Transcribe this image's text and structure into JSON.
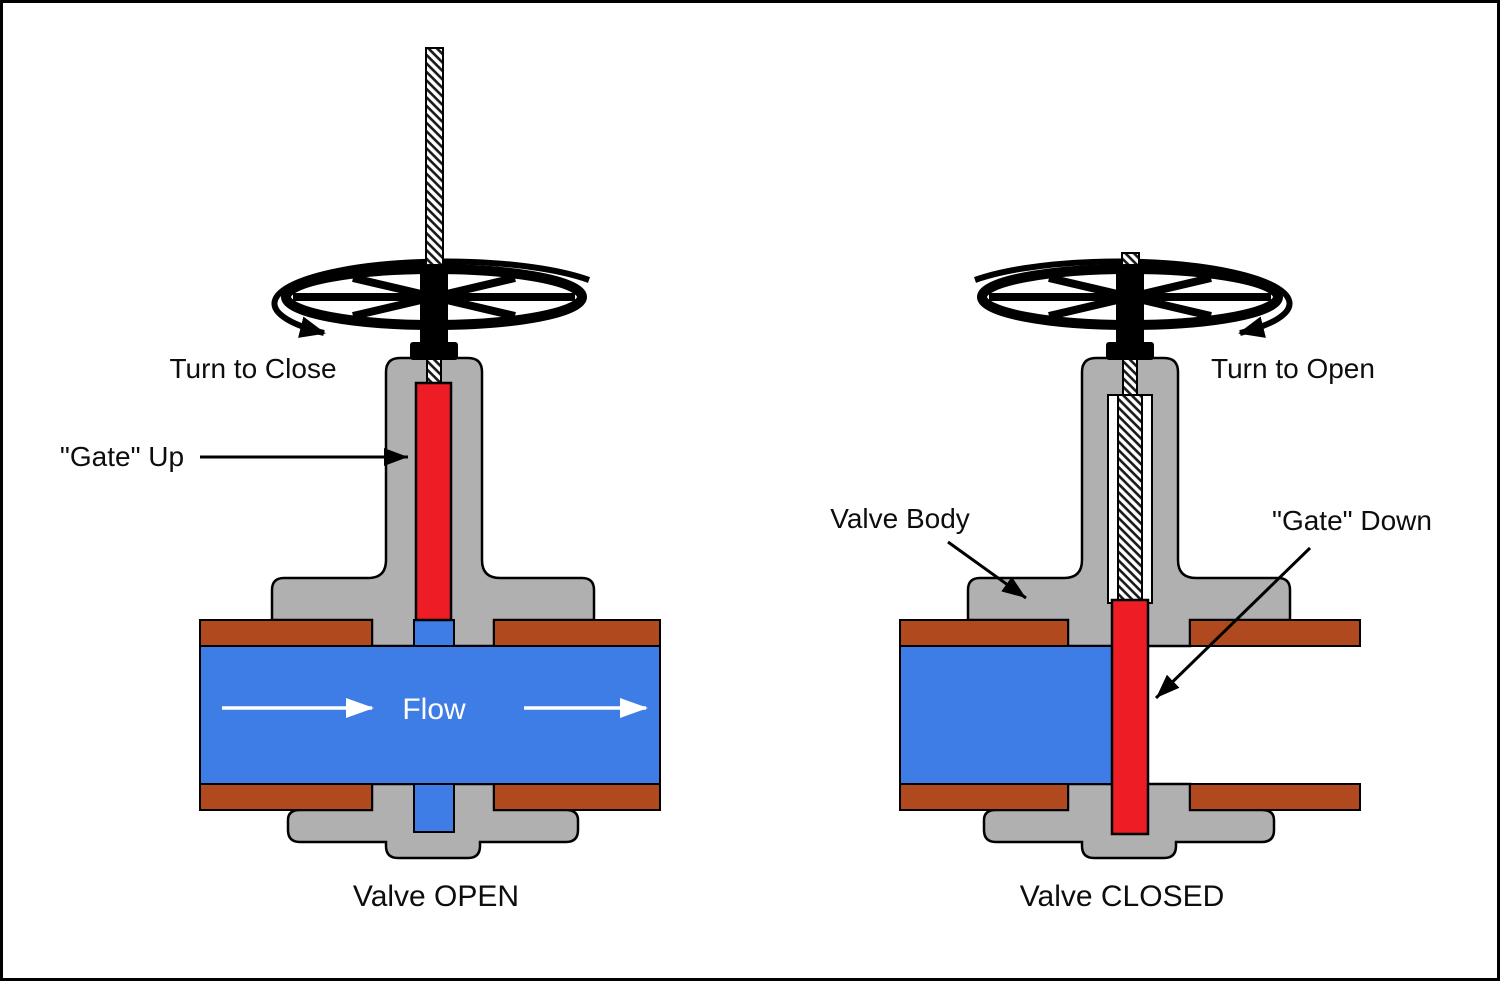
{
  "colors": {
    "water": "#3e7ce6",
    "gate": "#ee1c25",
    "pipe_wall": "#b04a1e",
    "valve_body": "#b0b0b0",
    "outline": "#000000",
    "flow_text": "#ffffff",
    "background": "#ffffff"
  },
  "left_valve": {
    "turn_label": "Turn to Close",
    "gate_label": "\"Gate\" Up",
    "flow_label": "Flow",
    "caption": "Valve OPEN"
  },
  "right_valve": {
    "turn_label": "Turn to Open",
    "body_label": "Valve Body",
    "gate_label": "\"Gate\" Down",
    "caption": "Valve CLOSED"
  }
}
